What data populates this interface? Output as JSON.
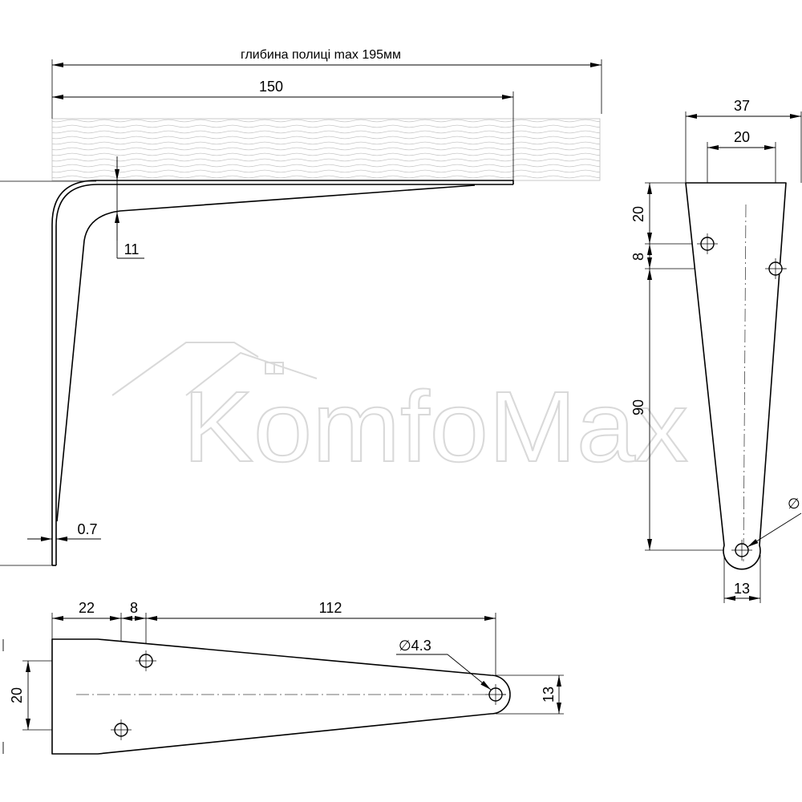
{
  "colors": {
    "line": "#000000",
    "watermark": "#d9d9d9",
    "wood_texture": "#c8c8c8"
  },
  "watermark": {
    "text": "KomfoMax"
  },
  "side_view": {
    "shelf_depth_label": "глибина полиці max 195мм",
    "length_label": "150",
    "offset_label": "11",
    "thickness_label": "0.7"
  },
  "vertical_plate": {
    "width_label": "37",
    "hole_spacing_label": "20",
    "top_to_hole_label": "20",
    "hole_step_label": "8",
    "hole_to_end_label": "90",
    "end_width_label": "13",
    "hole_label": "∅"
  },
  "horizontal_plate": {
    "edge_to_hole_label": "22",
    "hole_step_label": "8",
    "hole_to_end_label": "112",
    "hole_diameter_label": "∅4.3",
    "hole_spacing_label": "20",
    "end_width_label": "13"
  }
}
